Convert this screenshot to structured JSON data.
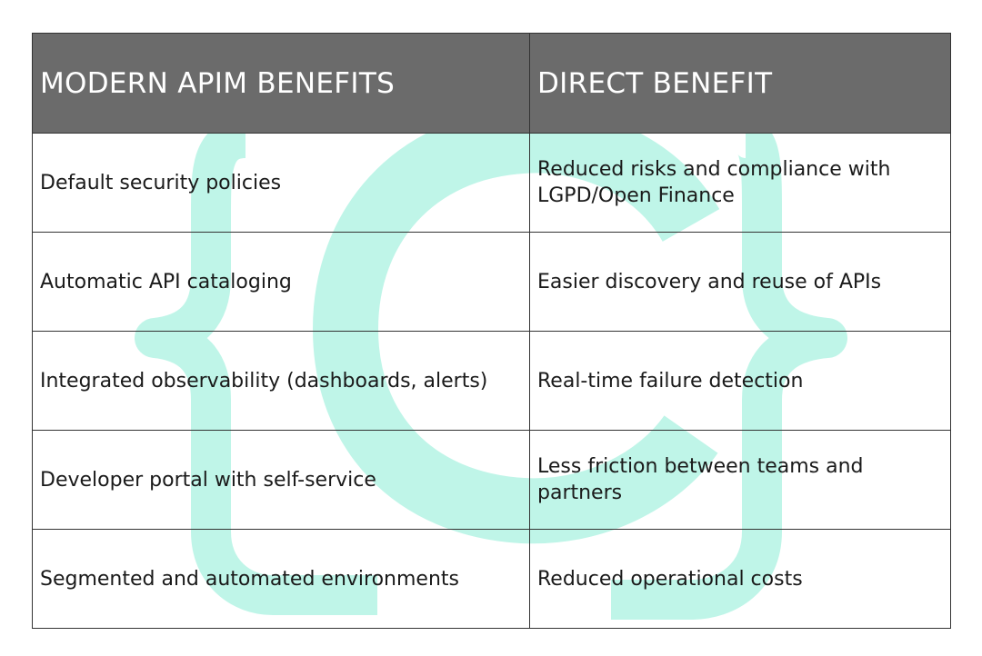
{
  "table": {
    "headers": [
      "MODERN APIM BENEFITS",
      "DIRECT BENEFIT"
    ],
    "rows": [
      [
        "Default security policies",
        "Reduced risks and compliance with LGPD/Open Finance"
      ],
      [
        "Automatic API cataloging",
        "Easier discovery and reuse of APIs"
      ],
      [
        "Integrated observability (dashboards, alerts)",
        "Real-time failure detection"
      ],
      [
        "Developer portal with self-service",
        "Less friction between teams and partners"
      ],
      [
        "Segmented and automated environments",
        "Reduced operational costs"
      ]
    ]
  },
  "colors": {
    "header_background": "#6b6b6b",
    "header_text": "#ffffff",
    "border": "#333333",
    "watermark": "#bff5e8"
  },
  "watermark": {
    "icon": "curly-braces-c-logo"
  }
}
